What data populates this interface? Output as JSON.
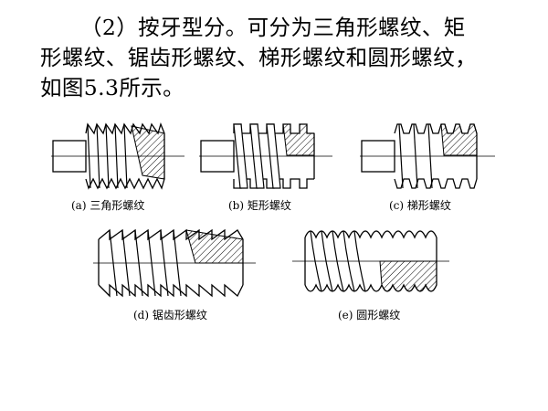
{
  "paragraph": {
    "line1": "（2）按牙型分。可分为三角形螺纹、矩",
    "line2": "形螺纹、锯齿形螺纹、梯形螺纹和圆形螺纹，",
    "line3": "如图5.3所示。"
  },
  "figures": [
    {
      "id": "a",
      "caption": "(a) 三角形螺纹"
    },
    {
      "id": "b",
      "caption": "(b) 矩形螺纹"
    },
    {
      "id": "c",
      "caption": "(c) 梯形螺纹"
    },
    {
      "id": "d",
      "caption": "(d) 锯齿形螺纹"
    },
    {
      "id": "e",
      "caption": "(e) 圆形螺纹"
    }
  ]
}
